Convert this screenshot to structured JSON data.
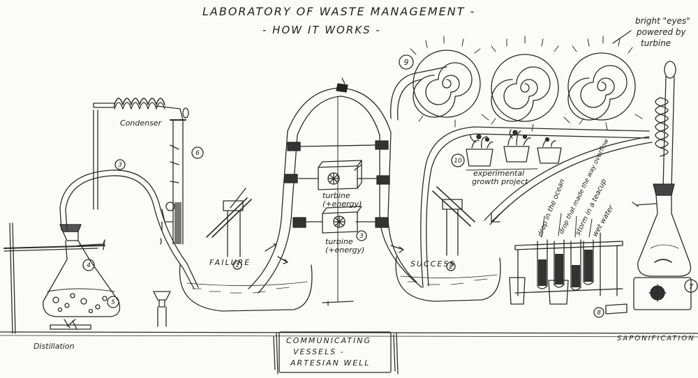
{
  "title": "LABORATORY OF WASTE MANAGEMENT -",
  "subtitle": "- HOW IT WORKS -",
  "labels": {
    "condenser": "Condenser",
    "failure": "FAILURE",
    "success": "SUCCESS",
    "turbine_top_line1": "turbine",
    "turbine_top_line2": "(+energy)",
    "turbine_bottom_line1": "turbine",
    "turbine_bottom_line2": "(+energy)",
    "growth_line1": "experimental",
    "growth_line2": "growth project",
    "bright_eyes_line1": "bright \"eyes\"",
    "bright_eyes_line2": "powered by",
    "bright_eyes_line3": "turbine",
    "drop_in_ocean": "drop in the ocean",
    "drop_overflow": "drop that made the way overflow",
    "storm_teacup": "storm in a teacup",
    "wet_water": "wet water",
    "distillation": "Distillation",
    "saponification": "SAPONIFICATION",
    "box_line1": "COMMUNICATING",
    "box_line2": "VESSELS -",
    "box_line3": "ARTESIAN WELL"
  },
  "markers": {
    "m1": "1",
    "m2": "2",
    "m3": "3",
    "m3b": "3",
    "m4": "4",
    "m5": "5",
    "m6": "6",
    "m7": "7",
    "m8": "8",
    "m9": "9",
    "m10": "10"
  }
}
